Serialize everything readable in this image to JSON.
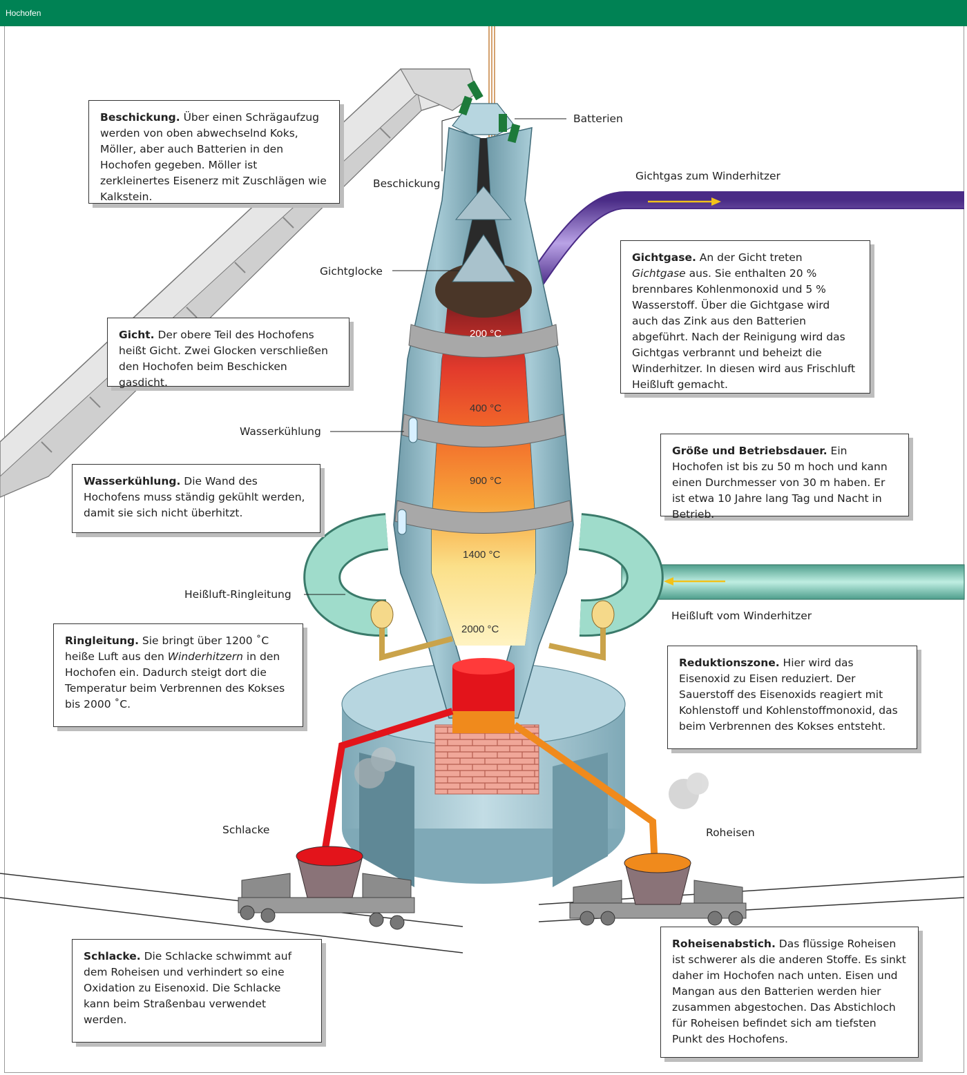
{
  "header": {
    "title": "Hochofen"
  },
  "labels": {
    "batterien": "Batterien",
    "beschickung": "Beschickung",
    "gichtgas_winderhitzer": "Gichtgas zum Winderhitzer",
    "gichtglocke": "Gichtglocke",
    "wasserkuehlung": "Wasserkühlung",
    "heissluft_ringleitung": "Heißluft-Ringleitung",
    "heissluft_vom_winderhitzer": "Heißluft vom Winderhitzer",
    "schlacke": "Schlacke",
    "roheisen": "Roheisen"
  },
  "temperatures": [
    "200 °C",
    "400 °C",
    "900 °C",
    "1400 °C",
    "2000 °C"
  ],
  "boxes": {
    "beschickung": {
      "title": "Beschickung.",
      "text": " Über einen Schrägaufzug werden von oben abwechselnd Koks, Möller, aber auch Batterien in den Hochofen gegeben. Möller ist zerkleinertes Eisenerz mit Zuschlägen wie Kalkstein."
    },
    "gicht": {
      "title": "Gicht.",
      "text": " Der obere Teil des Hochofens heißt Gicht. Zwei Glocken verschließen den Hochofen beim Beschicken gasdicht."
    },
    "wasserkuehlung": {
      "title": "Wasserkühlung.",
      "text": " Die Wand des Hochofens muss ständig gekühlt werden, damit sie sich nicht überhitzt."
    },
    "ringleitung": {
      "title": "Ringleitung.",
      "text_a": " Sie bringt über 1200 ˚C heiße Luft aus den ",
      "text_em": "Winderhitzern",
      "text_b": " in den Hochofen ein. Dadurch steigt dort die Temperatur beim Verbrennen des Kokses bis 2000 ˚C."
    },
    "schlacke": {
      "title": "Schlacke.",
      "text": " Die Schlacke schwimmt auf dem Roheisen und verhindert so eine Oxidation zu Eisenoxid. Die Schlacke kann beim Straßenbau verwendet werden."
    },
    "gichtgase": {
      "title": "Gichtgase.",
      "text_a": " An der Gicht treten ",
      "text_em": "Gichtgase",
      "text_b": " aus. Sie enthalten 20 % brennbares Kohlenmonoxid und 5 % Wasserstoff. Über die Gichtgase wird auch das Zink aus den Batterien abgeführt. Nach der Reinigung wird das Gichtgas verbrannt und beheizt die Winderhitzer. In diesen wird aus Frischluft Heißluft gemacht."
    },
    "groesse": {
      "title": "Größe und Betriebsdauer.",
      "text": " Ein Hochofen ist bis zu 50 m hoch und kann einen Durchmesser von 30 m haben. Er ist etwa 10 Jahre lang Tag und Nacht in Betrieb."
    },
    "reduktionszone": {
      "title": "Reduktionszone.",
      "text": " Hier wird das Eisenoxid zu Eisen reduziert. Der Sauerstoff des Eisenoxids reagiert mit Kohlenstoff und Kohlenstoffmonoxid, das beim Verbrennen des Kokses entsteht."
    },
    "roheisenabstich": {
      "title": "Roheisenabstich.",
      "text": " Das flüssige Roheisen ist schwerer als die anderen Stoffe. Es sinkt daher im Hochofen nach unten. Eisen und Mangan aus den Batterien werden hier zusammen abgestochen. Das Abstichloch für Roheisen befindet sich am tiefsten Punkt des Hochofens."
    }
  },
  "colors": {
    "header": "#008254",
    "furnace_wall": "#8fb9c6",
    "hot_air": "#8fd3c2",
    "gas_pipe": "#7b5bb5",
    "slag": "#e3141b",
    "iron": "#f08a1c"
  }
}
